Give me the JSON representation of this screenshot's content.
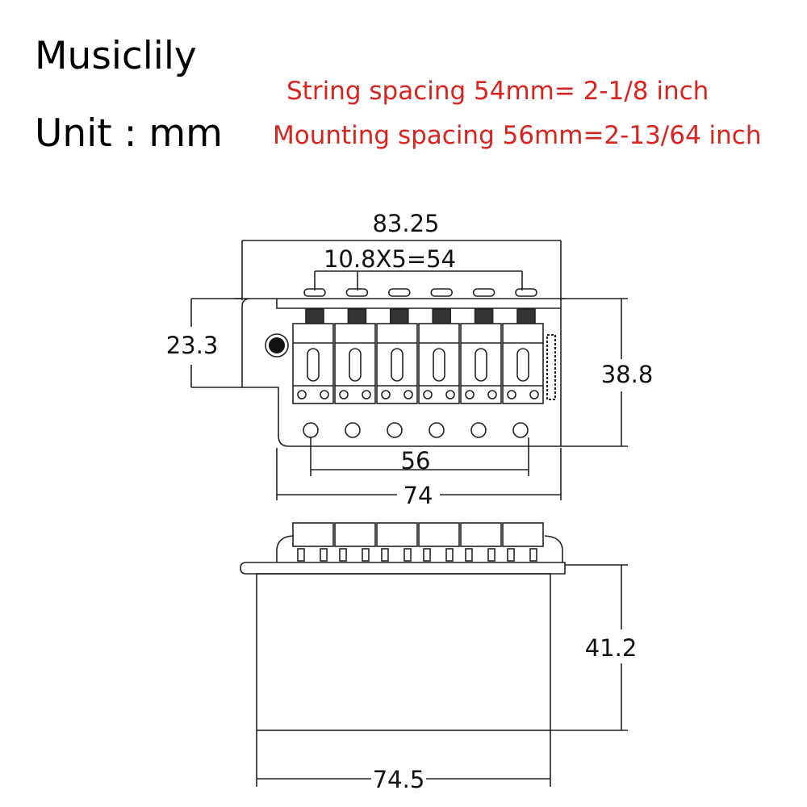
{
  "brand": "Musiclily",
  "unit_label": "Unit : mm",
  "notes": {
    "string_spacing": "String spacing 54mm= 2-1/8 inch",
    "mounting_spacing": "Mounting spacing 56mm=2-13/64 inch"
  },
  "colors": {
    "note": "#d8231f",
    "line": "#222222"
  },
  "top_view": {
    "overall_width": "83.25",
    "string_spacing": "10.8X5=54",
    "front_height": "23.3",
    "overall_depth": "38.8",
    "mounting_spacing": "56",
    "plate_width": "74",
    "saddle_count": 6
  },
  "side_view": {
    "block_height": "41.2",
    "block_width": "74.5"
  }
}
